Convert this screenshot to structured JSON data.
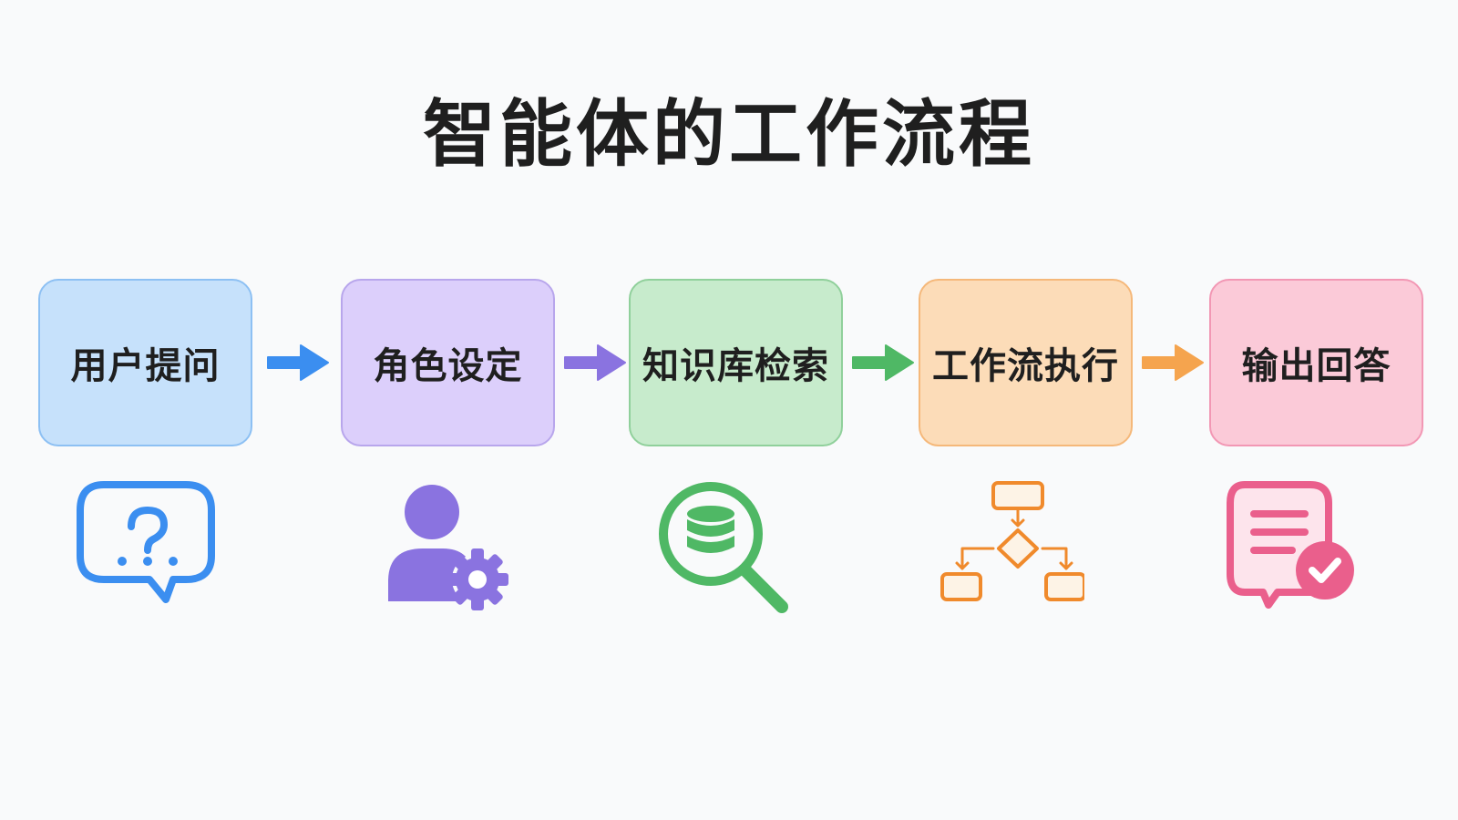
{
  "title": "智能体的工作流程",
  "steps": [
    {
      "label": "用户提问",
      "color": "#3b8ef0",
      "fill": "#c6e1fb",
      "border": "#8dc0f3",
      "icon": "question-chat-icon"
    },
    {
      "label": "角色设定",
      "color": "#8a73e0",
      "fill": "#dccffb",
      "border": "#b8a6ec",
      "icon": "user-gear-icon"
    },
    {
      "label": "知识库检索",
      "color": "#4fb865",
      "fill": "#c7ebcc",
      "border": "#90d09b",
      "icon": "database-search-icon"
    },
    {
      "label": "工作流执行",
      "color": "#f08a2c",
      "fill": "#fcdcb8",
      "border": "#f5b87a",
      "icon": "flowchart-icon"
    },
    {
      "label": "输出回答",
      "color": "#ea5f8c",
      "fill": "#fbcad8",
      "border": "#f297b4",
      "icon": "document-check-icon"
    }
  ]
}
